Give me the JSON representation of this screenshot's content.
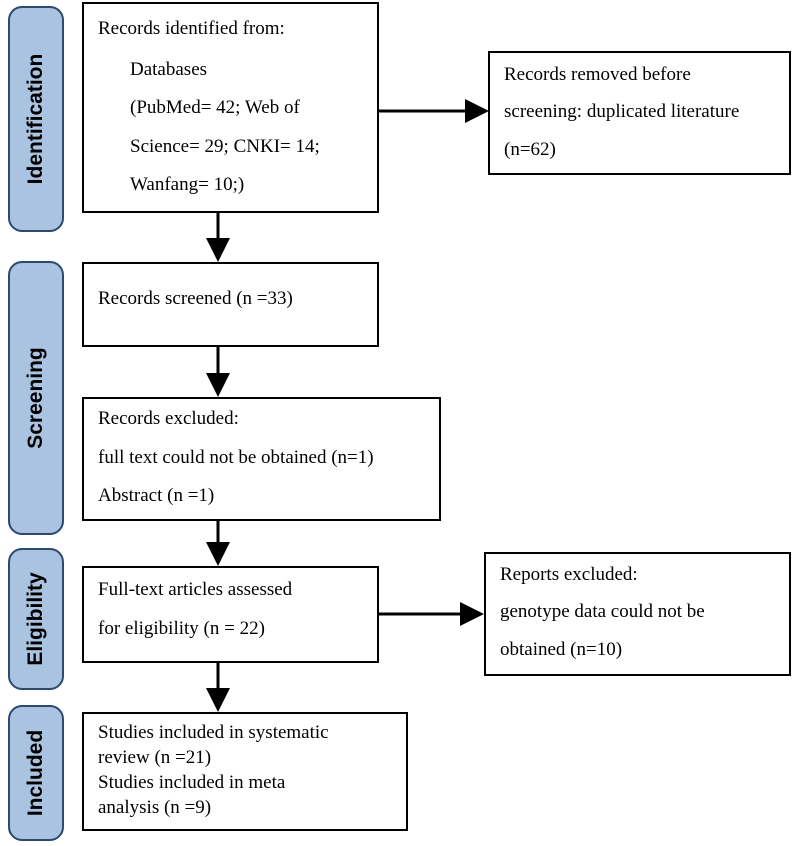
{
  "stages": {
    "identification": "Identification",
    "screening": "Screening",
    "eligibility": "Eligibility",
    "included": "Included"
  },
  "identified": {
    "title": "Records identified from:",
    "source": "Databases",
    "lines": [
      "(PubMed= 42; Web of",
      "Science= 29; CNKI= 14;",
      "Wanfang= 10;)"
    ]
  },
  "removed": {
    "lines": [
      "Records removed before",
      "screening: duplicated literature",
      "(n=62)"
    ]
  },
  "screened": {
    "text": "Records screened (n =33)"
  },
  "excluded": {
    "title": "Records excluded:",
    "lines": [
      "full text could not be obtained (n=1)",
      "Abstract (n =1)"
    ]
  },
  "fulltext": {
    "lines": [
      "Full-text articles assessed",
      "for eligibility (n = 22)"
    ]
  },
  "reports_excluded": {
    "title": "Reports excluded:",
    "lines": [
      "genotype data could not be",
      "obtained (n=10)"
    ]
  },
  "included": {
    "lines": [
      "Studies included in systematic",
      "review (n =21)",
      "Studies included in meta",
      "analysis (n =9)"
    ]
  }
}
